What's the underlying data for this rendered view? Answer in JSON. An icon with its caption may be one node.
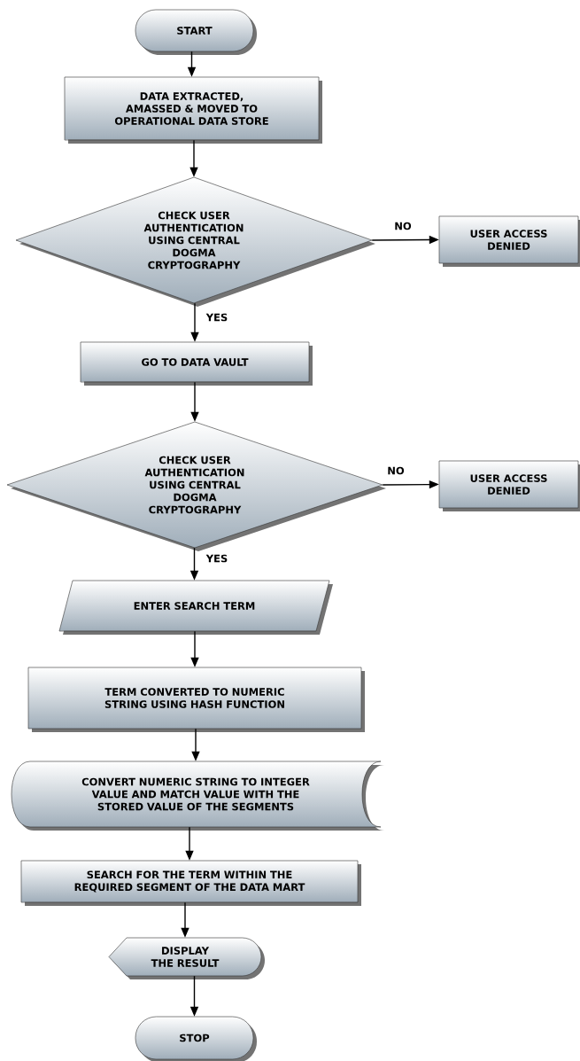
{
  "diagram": {
    "nodes": [
      {
        "text": [
          "START"
        ]
      },
      {
        "text": [
          "DATA EXTRACTED, AMASSED & MOVED TO OPERATIONAL DATA STORE"
        ]
      },
      {
        "text": [
          "CHECK USER AUTHENTICATION USING CENTRAL DOGMA CRYPTOGRAPHY"
        ]
      },
      {
        "text": [
          "USER ACCESS DENIED"
        ]
      },
      {
        "text": [
          "GO TO DATA VAULT"
        ]
      },
      {
        "text": [
          "CHECK USER AUTHENTICATION USING CENTRAL DOGMA CRYPTOGRAPHY"
        ]
      },
      {
        "text": [
          "USER ACCESS DENIED"
        ]
      },
      {
        "text": [
          "ENTER SEARCH TERM"
        ]
      },
      {
        "text": [
          "TERM CONVERTED TO NUMERIC STRING USING HASH FUNCTION"
        ]
      },
      {
        "text": [
          "CONVERT NUMERIC STRING TO INTEGER VALUE AND MATCH VALUE WITH THE STORED VALUE OF THE SEGMENTS"
        ]
      },
      {
        "text": [
          "SEARCH FOR THE TERM WITHIN THE REQUIRED SEGMENT OF THE DATA MART"
        ]
      },
      {
        "text": [
          "DISPLAY THE RESULT"
        ]
      },
      {
        "text": [
          "STOP"
        ]
      }
    ],
    "edges": [
      {
        "from": 0,
        "to": 1,
        "arrow": "to"
      },
      {
        "from": 1,
        "to": 2,
        "arrow": "to"
      },
      {
        "from": 2,
        "to": 3,
        "arrow": "to",
        "label": "NO"
      },
      {
        "from": 2,
        "to": 4,
        "arrow": "to",
        "label": "YES"
      },
      {
        "from": 4,
        "to": 5,
        "arrow": "to"
      },
      {
        "from": 5,
        "to": 6,
        "arrow": "to",
        "label": "NO"
      },
      {
        "from": 5,
        "to": 7,
        "arrow": "to",
        "label": "YES"
      },
      {
        "from": 7,
        "to": 8,
        "arrow": "to"
      },
      {
        "from": 8,
        "to": 9,
        "arrow": "to"
      },
      {
        "from": 9,
        "to": 10,
        "arrow": "to"
      },
      {
        "from": 10,
        "to": 11,
        "arrow": "to"
      },
      {
        "from": 11,
        "to": 12,
        "arrow": "to"
      }
    ]
  }
}
